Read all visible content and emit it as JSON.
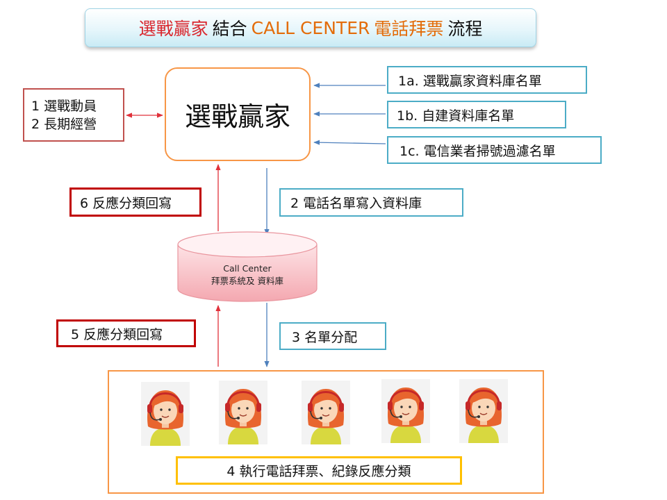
{
  "title": {
    "part1": "選戰贏家",
    "part2": "結合",
    "part3": "CALL CENTER",
    "part4": "電話拜票",
    "part5": "流程"
  },
  "hub": {
    "label": "選戰贏家"
  },
  "mobilize": {
    "line1": "1 選戰動員",
    "line2": "2 長期經營"
  },
  "sources": [
    "1a. 選戰贏家資料庫名單",
    "1b. 自建資料庫名單",
    "1c. 電信業者掃號過濾名單"
  ],
  "steps": {
    "write_db": "2 電話名單寫入資料庫",
    "feedback6": "6 反應分類回寫",
    "feedback5": "5 反應分類回寫",
    "distribute": "3 名單分配",
    "execute": "4 執行電話拜票、紀錄反應分類"
  },
  "database": {
    "line1": "Call Center",
    "line2": "拜票系統及 資料庫"
  },
  "agents_count": 5,
  "colors": {
    "title_red": "#d9282f",
    "title_orange": "#e36c09",
    "orange_border": "#f79646",
    "blue_border": "#4bacc6",
    "red_border": "#c00000",
    "yellow_border": "#ffc000",
    "arrow_blue": "#4f81bd",
    "arrow_red": "#e0303a"
  }
}
